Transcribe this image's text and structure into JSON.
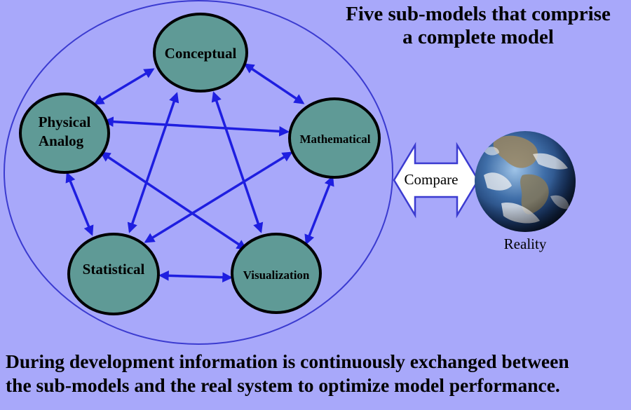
{
  "title": {
    "line1": "Five sub-models that comprise",
    "line2": "a complete model"
  },
  "nodes": {
    "conceptual": "Conceptual",
    "physical_analog": [
      "Physical",
      "Analog"
    ],
    "mathematical": "Mathematical",
    "statistical": "Statistical",
    "visualization": "Visualization"
  },
  "compare_label": "Compare",
  "reality_label": "Reality",
  "footer": {
    "line1": "During development information is continuously exchanged between",
    "line2": "the sub-models and the real system to optimize model performance."
  },
  "colors": {
    "background": "#a8a8fa",
    "node_fill": "#5f9a96",
    "arrow": "#1e1ee0",
    "outline": "#3b3bd0"
  }
}
